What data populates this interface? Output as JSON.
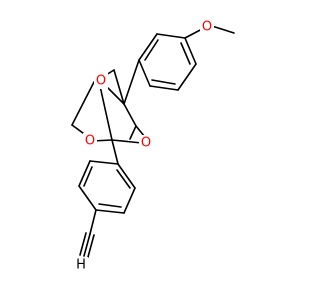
{
  "molecule": {
    "atoms": {
      "o_methoxy": {
        "symbol": "O",
        "color": "#ff0000"
      },
      "o_ring_top": {
        "symbol": "O",
        "color": "#ff0000"
      },
      "o_ring_left": {
        "symbol": "O",
        "color": "#ff0000"
      },
      "o_ring_right": {
        "symbol": "O",
        "color": "#ff0000"
      },
      "h_alkyne": {
        "symbol": "H",
        "color": "#000000"
      }
    },
    "bond_color": "#000000",
    "background": "#ffffff"
  }
}
